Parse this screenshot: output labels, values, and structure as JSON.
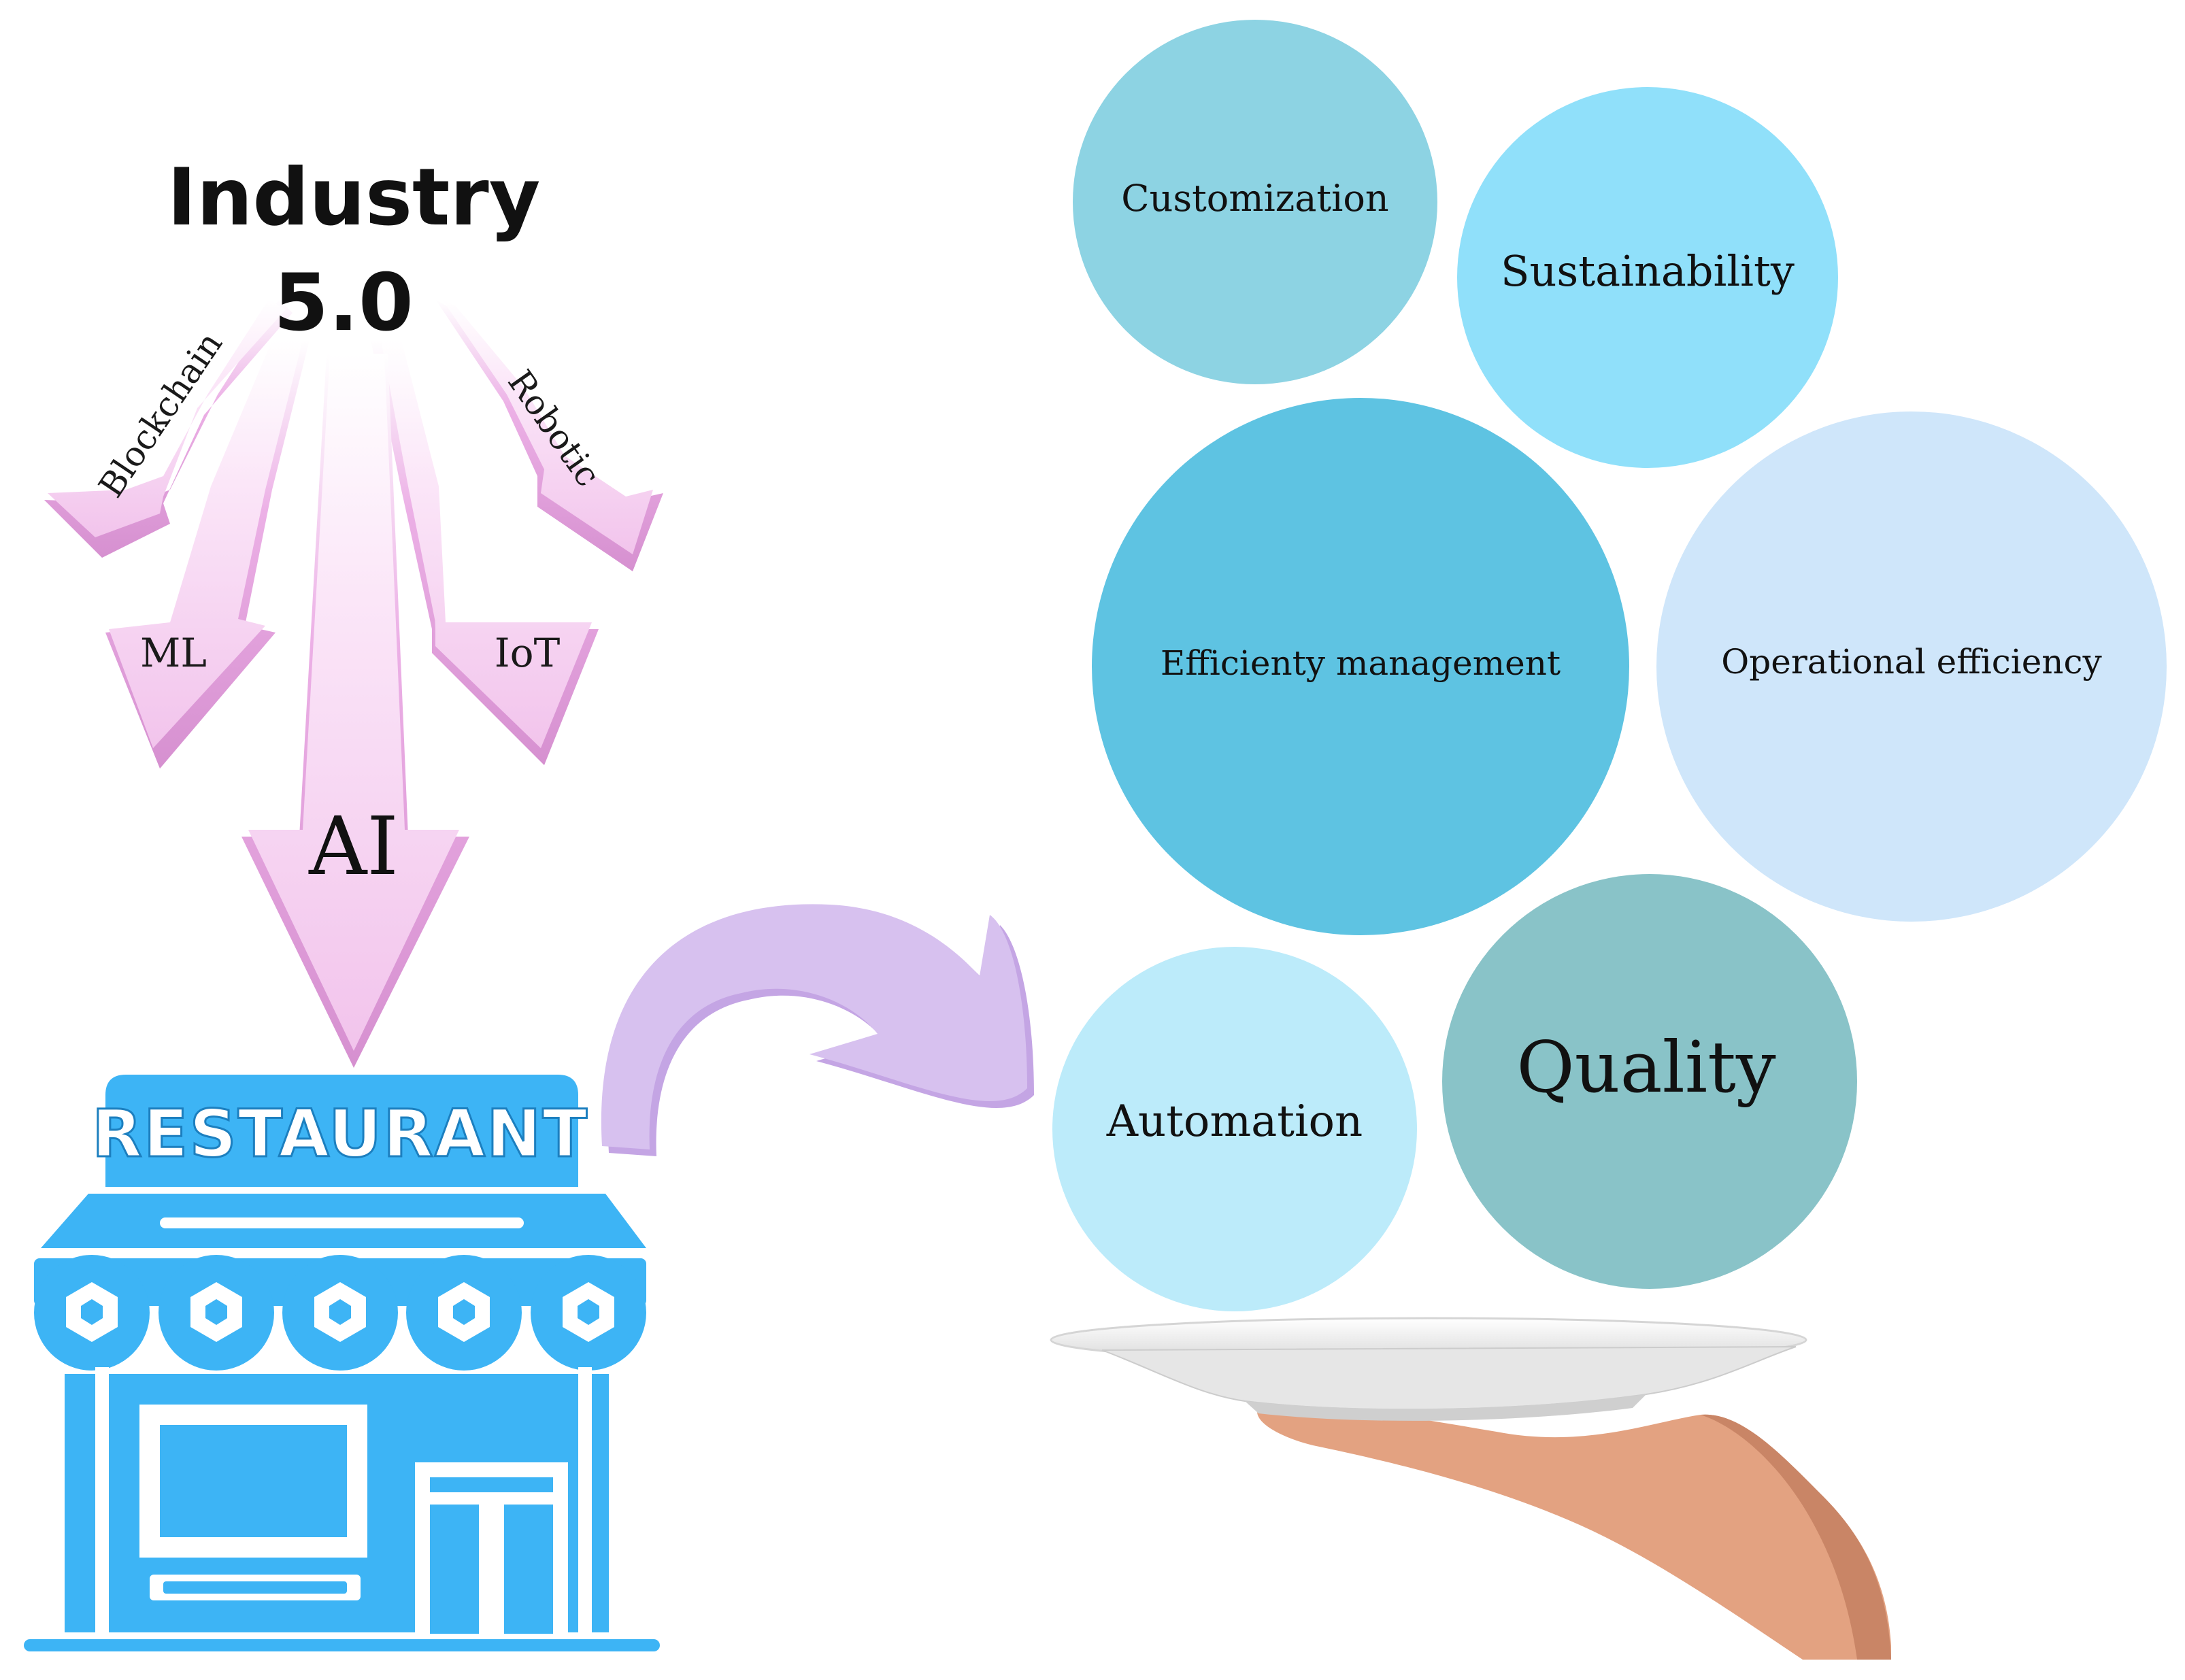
{
  "colors": {
    "arrow_pink": "#f0b8e8",
    "arrow_pink_dark": "#d08ccb",
    "restaurant_blue": "#3db4f5",
    "curved_arrow": "#cfb6ea",
    "circle_customization": "#8dd3e3",
    "circle_sustainability": "#90e0fa",
    "circle_efficiency_management": "#5ec3e2",
    "circle_operational_efficiency": "#cfe6fa",
    "circle_automation": "#bcebfa",
    "circle_quality": "#89c3c8",
    "plate": "#f2f2f2",
    "hand": "#e3a281"
  },
  "title": {
    "line1": "Industry",
    "line2": "5.0"
  },
  "technologies": {
    "blockchain": "Blockchain",
    "robotic": "Robotic",
    "ml": "ML",
    "iot": "IoT",
    "ai": "AI"
  },
  "restaurant": {
    "sign": "RESTAURANT",
    "icon": "restaurant-storefront-icon"
  },
  "transition_icon": "curved-arrow-icon",
  "benefits": {
    "customization": "Customization",
    "sustainability": "Sustainability",
    "efficiency_management": "Efficienty management",
    "operational_efficiency": "Operational efficiency",
    "automation": "Automation",
    "quality": "Quality"
  },
  "serving_icon": "hand-holding-plate-icon"
}
